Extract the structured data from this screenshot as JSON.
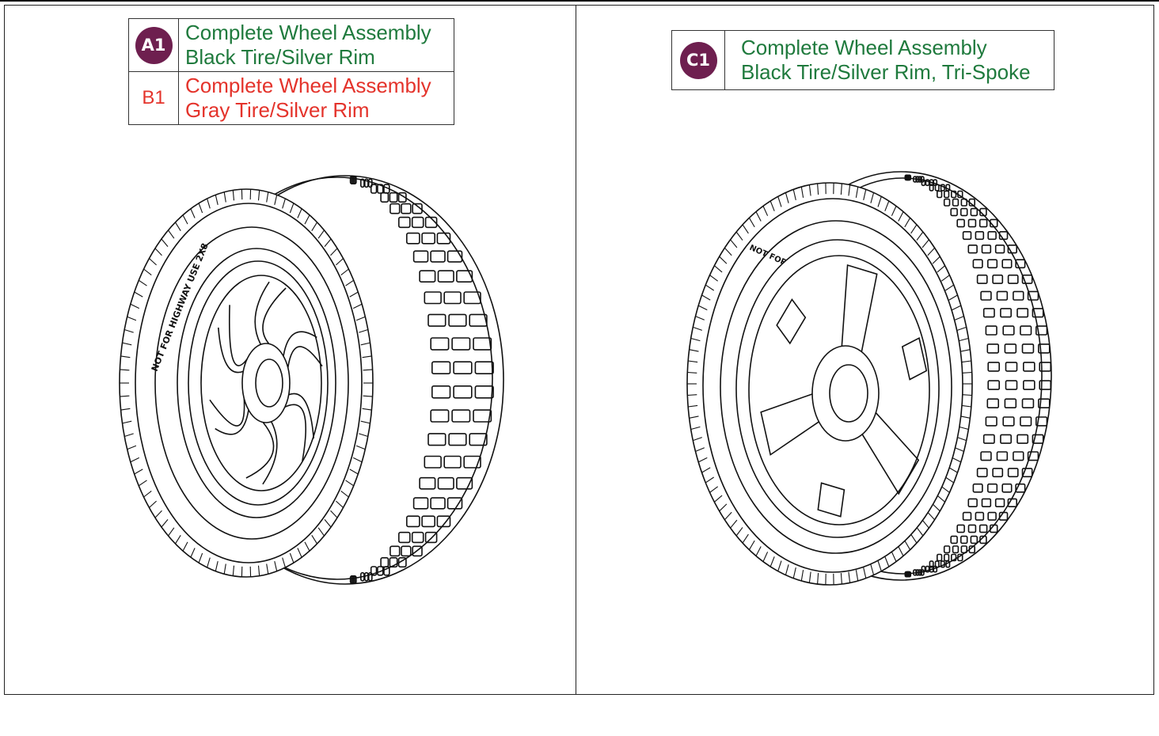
{
  "colors": {
    "badge": "#6e1f4f",
    "green_text": "#1f7a3d",
    "red_text": "#e4332b",
    "line": "#111111"
  },
  "left_panel": {
    "legend": [
      {
        "code": "A1",
        "style": "badge",
        "color": "green",
        "line1": "Complete Wheel Assembly",
        "line2": "Black Tire/Silver Rim"
      },
      {
        "code": "B1",
        "style": "plain",
        "color": "red",
        "line1": "Complete Wheel Assembly",
        "line2": "Gray Tire/Silver Rim"
      }
    ],
    "wheel": {
      "sidewall_text": "NOT FOR HIGHWAY USE 2X8",
      "rim": "6-spoke"
    }
  },
  "right_panel": {
    "legend": [
      {
        "code": "C1",
        "style": "badge",
        "color": "green",
        "line1": "Complete Wheel Assembly",
        "line2": "Black Tire/Silver Rim, Tri-Spoke"
      }
    ],
    "wheel": {
      "sidewall_text": "NOT FOR HIGHWAY USE",
      "rim": "tri-spoke"
    }
  }
}
